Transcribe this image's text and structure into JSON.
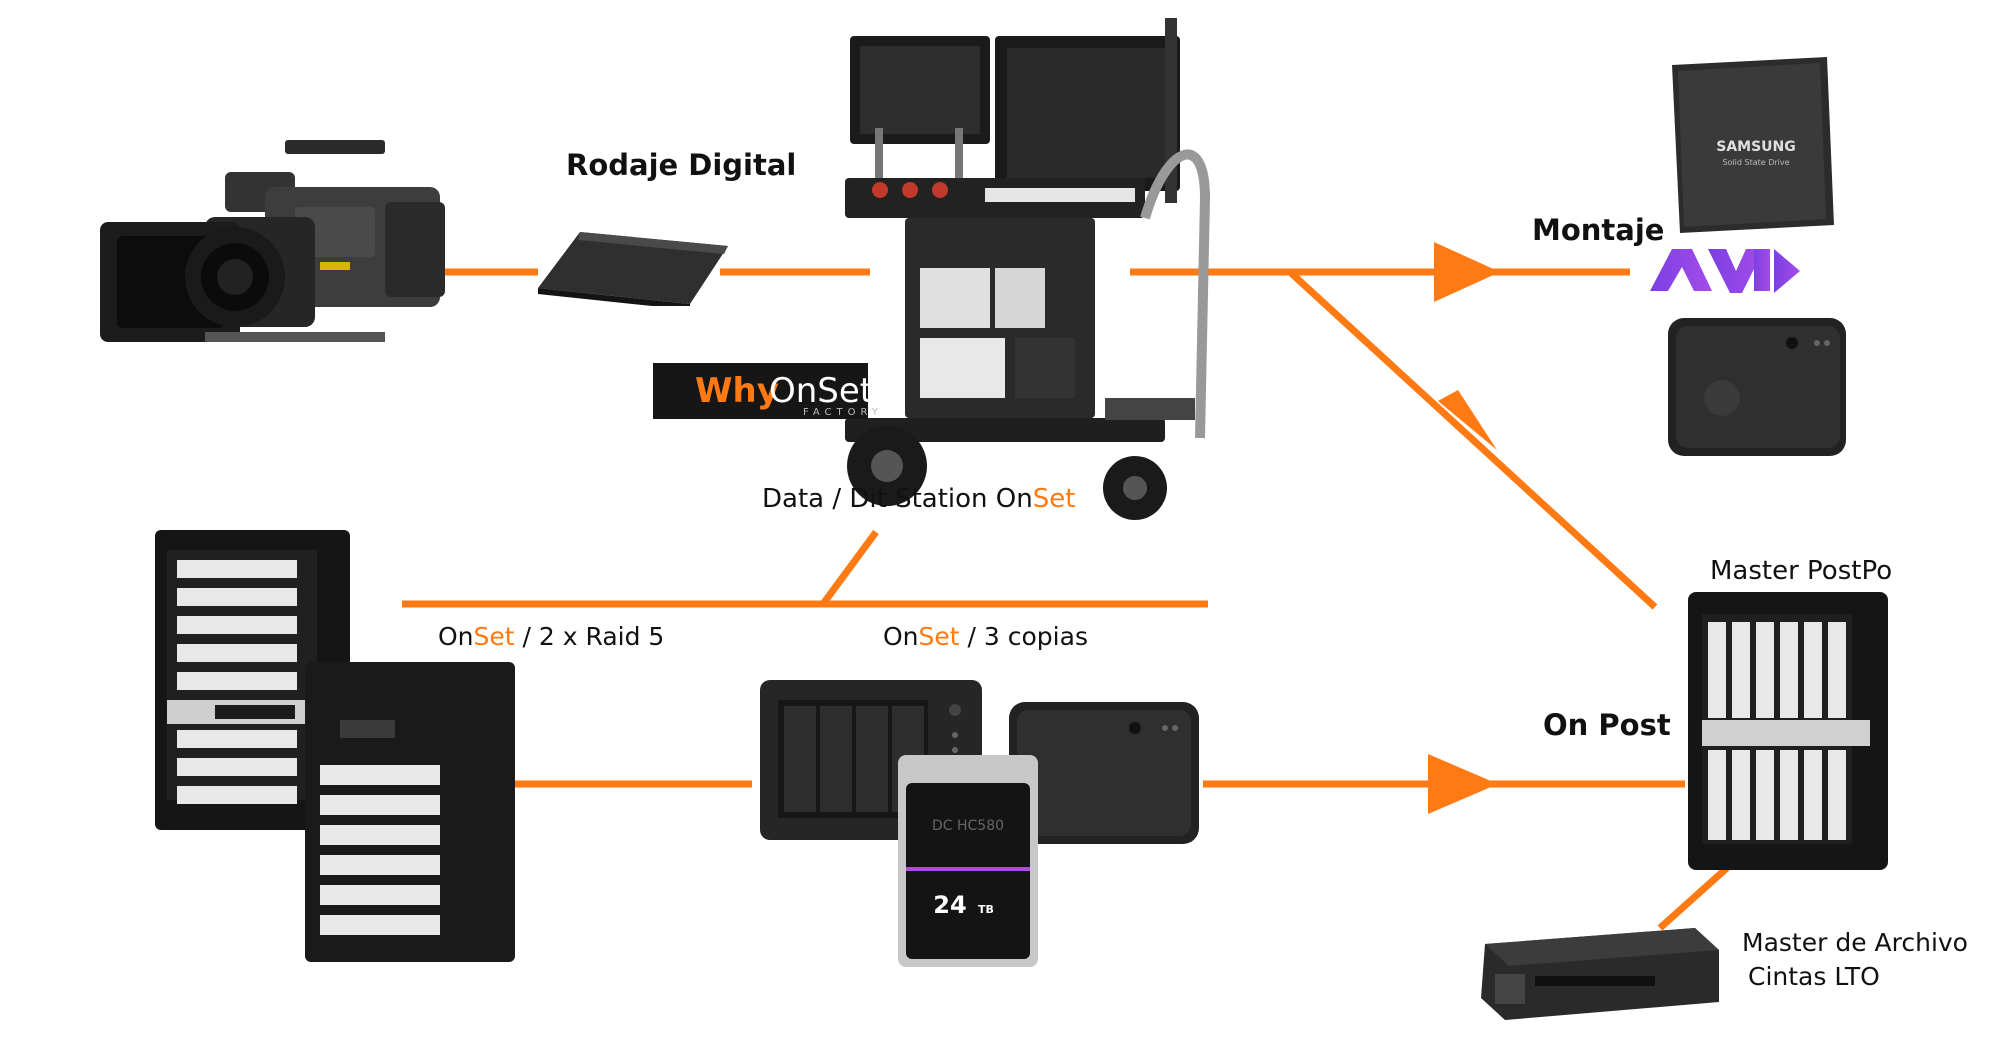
{
  "colors": {
    "accent": "#ff7a12",
    "text": "#111111",
    "device_dark": "#1d1d1d",
    "device_light": "#e8e8e8"
  },
  "labels": {
    "rodaje_digital": "Rodaje Digital",
    "station_prefix": "Data / Dit Station On",
    "station_set": "Set",
    "montaje": "Montaje",
    "master_postpo": "Master PostPo",
    "raid_on": "On",
    "raid_set": "Set",
    "raid_suffix": " / 2 x Raid 5",
    "copies_on": "On",
    "copies_set": "Set",
    "copies_suffix": " / 3 copias",
    "on_post": "On Post",
    "archive_line1": "Master de Archivo",
    "archive_line2": "Cintas LTO"
  },
  "brand": {
    "why": "Why",
    "onset": "OnSet",
    "factory": "FACTORY"
  },
  "device_text": {
    "ssd_brand": "SAMSUNG",
    "ssd_sub": "Solid State Drive",
    "avid": "AVID",
    "hdd_capacity": "24",
    "hdd_unit": "TB",
    "hdd_model": "DC HC580"
  },
  "icons": [
    "camera-icon",
    "ssd-card-icon",
    "dit-cart-icon",
    "samsung-ssd-icon",
    "avid-logo-icon",
    "owc-enclosure-icon",
    "raid-tower-icon",
    "nas-icon",
    "hdd-icon",
    "master-raid-icon",
    "lto-drive-icon"
  ]
}
